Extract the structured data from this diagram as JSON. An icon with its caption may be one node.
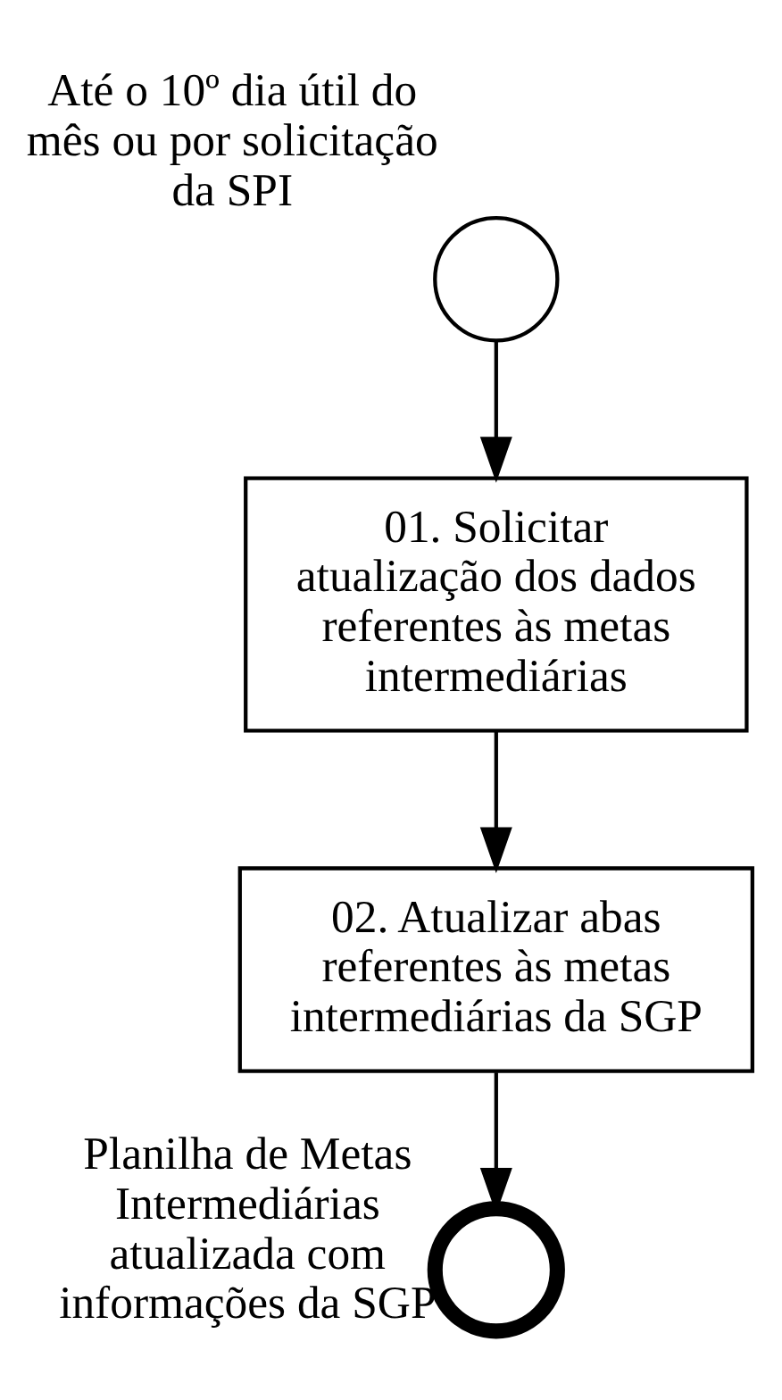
{
  "diagram": {
    "nodes": [
      {
        "text": [],
        "shape": "circle",
        "beside": [
          "Até o 10º dia útil do mês ou por solicitação da SPI"
        ]
      },
      {
        "text": [
          "01. Solicitar atualização dos dados referentes às metas intermediárias"
        ]
      },
      {
        "text": [
          "02. Atualizar abas referentes às metas intermediárias da SGP"
        ]
      },
      {
        "text": [],
        "shape": "circle",
        "beside": [
          "Planilha de Metas Intermediárias atualizada com informações da SGP"
        ]
      }
    ],
    "edges": [
      {
        "from": 0,
        "to": 1,
        "arrow": "to"
      },
      {
        "from": 1,
        "to": 2,
        "arrow": "to"
      },
      {
        "from": 2,
        "to": 3,
        "arrow": "to"
      }
    ]
  }
}
